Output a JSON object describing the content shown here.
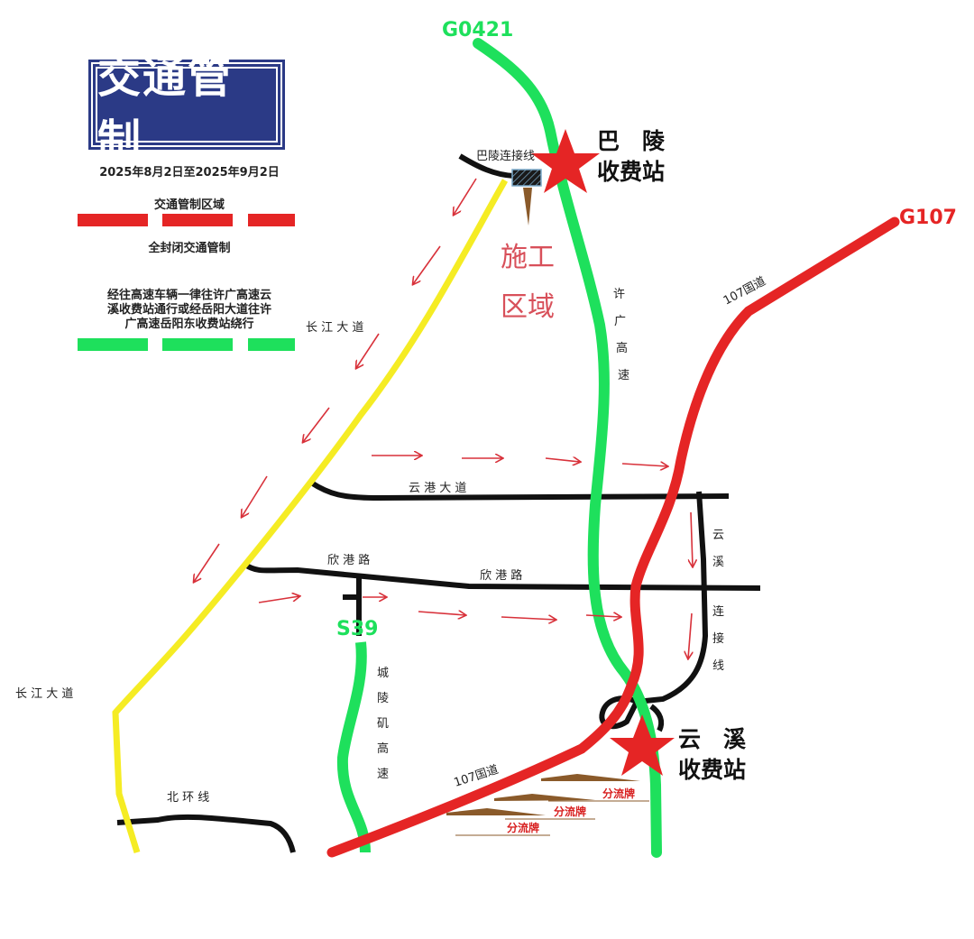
{
  "title": "交通管制",
  "period": "2025年8月2日至2025年9月2日",
  "legend": {
    "control_zone": {
      "label": "交通管制区域",
      "desc": "全封闭交通管制",
      "color": "#e52525"
    },
    "detour": {
      "desc_lines": [
        "经往高速车辆一律往许广高速云",
        "溪收费站通行或经岳阳大道往许",
        "广高速岳阳东收费站绕行"
      ],
      "color": "#1ee05c"
    }
  },
  "roads": {
    "g0421": "G0421",
    "g107": "G107",
    "s39": "S39",
    "guodao_107": "107国道",
    "changjiang_top": "长 江 大 道",
    "changjiang_left": "长 江 大 道",
    "xuguang": [
      "许",
      "广",
      "高",
      "速"
    ],
    "yungang": "云 港 大 道",
    "xingang_1": "欣 港 路",
    "xingang_2": "欣 港 路",
    "yunxi_link": [
      "云",
      "溪",
      "连",
      "接",
      "线"
    ],
    "chenglingji": [
      "城",
      "陵",
      "矶",
      "高",
      "速"
    ],
    "beihuan": "北 环 线",
    "baling_link": "巴陵连接线"
  },
  "stations": {
    "baling": [
      "巴　陵",
      "收费站"
    ],
    "yunxi": [
      "云　溪",
      "收费站"
    ]
  },
  "construction": [
    "施工",
    "区域"
  ],
  "diversion_signs": [
    "分流牌",
    "分流牌",
    "分流牌"
  ]
}
